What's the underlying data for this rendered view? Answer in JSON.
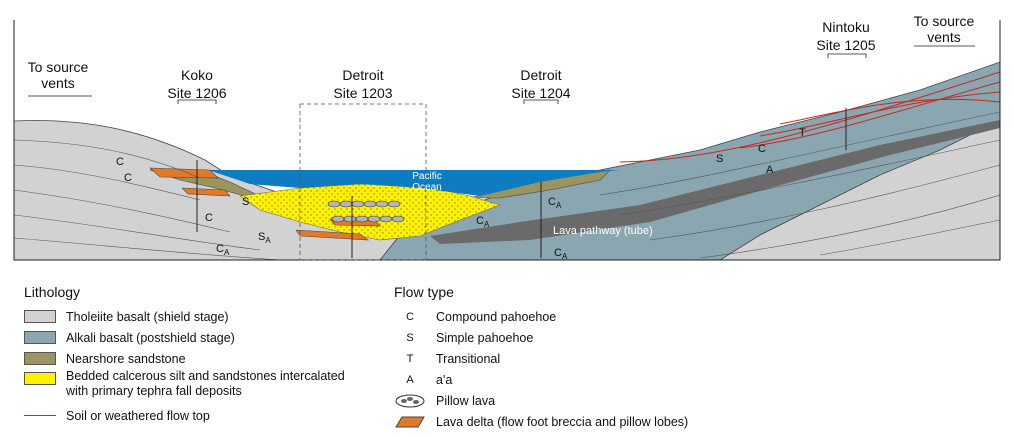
{
  "sites": {
    "source_left": [
      "To source",
      "vents"
    ],
    "koko": [
      "Koko",
      "Site 1206"
    ],
    "detroit_1203": [
      "Detroit",
      "Site 1203"
    ],
    "detroit_1204": [
      "Detroit",
      "Site 1204"
    ],
    "nintoku": [
      "Nintoku",
      "Site 1205"
    ],
    "source_right": [
      "To source",
      "vents"
    ]
  },
  "section_labels": {
    "ocean": [
      "Pacific",
      "Ocean"
    ],
    "lava_pathway": "Lava pathway (tube)",
    "flow_codes": {
      "C": "C",
      "S": "S",
      "T": "T",
      "A": "A",
      "CA_base": "C",
      "CA_sub": "A",
      "SA_base": "S",
      "SA_sub": "A"
    }
  },
  "colors": {
    "tholeiite": "#d2d2d2",
    "alkali": "#8aa6b0",
    "sandstone": "#9a9460",
    "calcareous": "#fff200",
    "ocean": "#0f7cc0",
    "soil_line": "#c8281e",
    "lava_delta": "#e07a2a",
    "pathway": "#6a6a6a"
  },
  "legend": {
    "lithology": {
      "title": "Lithology",
      "items": [
        "Tholeiite basalt (shield stage)",
        "Alkali basalt (postshield stage)",
        "Nearshore sandstone",
        "Bedded calcerous silt and sandstones intercalated",
        "with primary tephra fall deposits",
        "Soil or weathered flow top"
      ]
    },
    "flow_type": {
      "title": "Flow type",
      "items": [
        {
          "code": "C",
          "label": "Compound pahoehoe"
        },
        {
          "code": "S",
          "label": "Simple pahoehoe"
        },
        {
          "code": "T",
          "label": "Transitional"
        },
        {
          "code": "A",
          "label": "a'a"
        },
        {
          "code": "",
          "label": "Pillow lava"
        },
        {
          "code": "",
          "label": "Lava delta (flow foot breccia and pillow lobes)"
        }
      ]
    }
  }
}
